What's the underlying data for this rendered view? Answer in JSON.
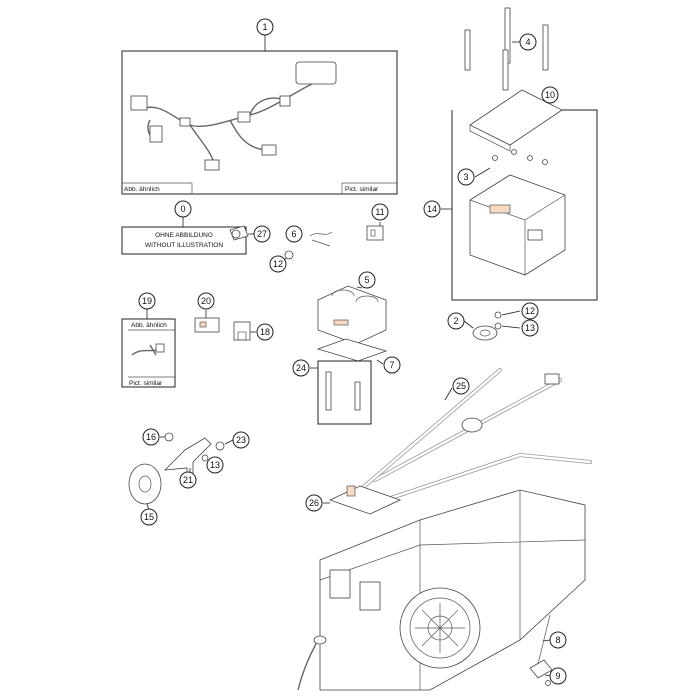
{
  "callouts": {
    "c0": "0",
    "c1": "1",
    "c2": "2",
    "c3": "3",
    "c4": "4",
    "c5": "5",
    "c6": "6",
    "c7": "7",
    "c8": "8",
    "c9": "9",
    "c10": "10",
    "c11": "11",
    "c12a": "12",
    "c12b": "12",
    "c13a": "13",
    "c13b": "13",
    "c14": "14",
    "c15": "15",
    "c16": "16",
    "c18": "18",
    "c19": "19",
    "c20": "20",
    "c21": "21",
    "c23": "23",
    "c24": "24",
    "c25": "25",
    "c26": "26",
    "c27": "27"
  },
  "labels": {
    "abb_aehnlich_1": "Abb. ähnlich",
    "pict_similar_1": "Pict. similar",
    "abb_aehnlich_19": "Abb. ähnlich",
    "pict_similar_19": "Pict. similar",
    "note_de": "OHNE ABBILDUNG",
    "note_en": "WITHOUT ILLUSTRATION"
  },
  "colors": {
    "line": "#222222",
    "accent": "#f7d9c4"
  }
}
